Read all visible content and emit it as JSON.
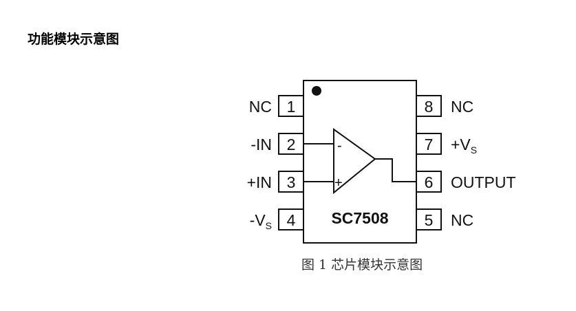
{
  "heading": "功能模块示意图",
  "caption": "图 1 芯片模块示意图",
  "chip": {
    "part_number": "SC7508",
    "left_pins": [
      {
        "num": "1",
        "label": "NC",
        "sub": ""
      },
      {
        "num": "2",
        "label": "-IN",
        "sub": ""
      },
      {
        "num": "3",
        "label": "+IN",
        "sub": ""
      },
      {
        "num": "4",
        "label": "-V",
        "sub": "S"
      }
    ],
    "right_pins": [
      {
        "num": "8",
        "label": "NC",
        "sub": ""
      },
      {
        "num": "7",
        "label": "+V",
        "sub": "S"
      },
      {
        "num": "6",
        "label": "OUTPUT",
        "sub": ""
      },
      {
        "num": "5",
        "label": "NC",
        "sub": ""
      }
    ],
    "opamp": {
      "minus_sign": "-",
      "plus_sign": "+"
    }
  }
}
